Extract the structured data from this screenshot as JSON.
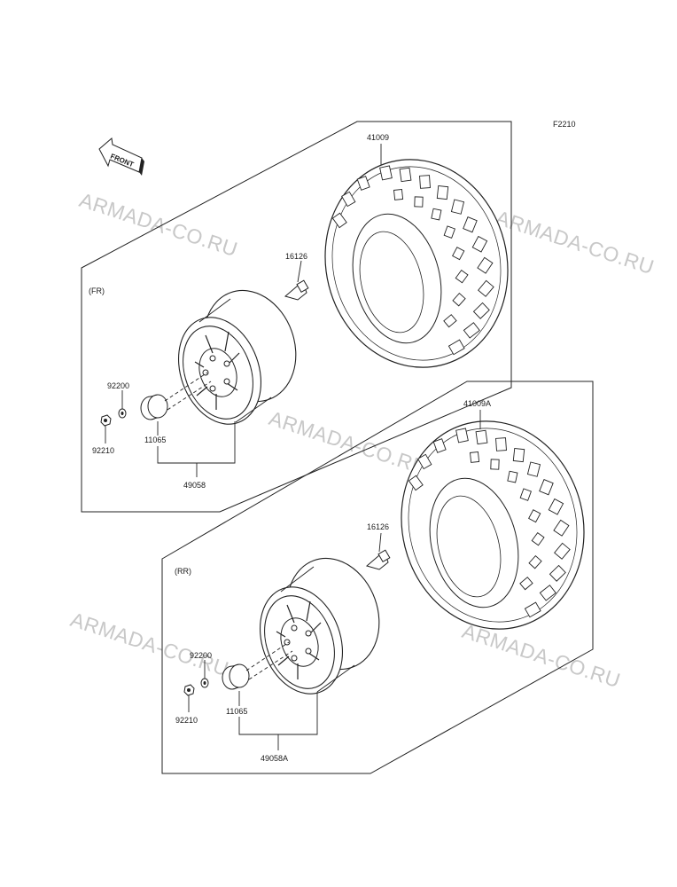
{
  "diagram_code": "F2210",
  "front_arrow": {
    "label": "FRONT",
    "icon": "front-arrow-icon"
  },
  "watermark": "ARMADA-CO.RU",
  "front_section": {
    "label": "(FR)",
    "parts": {
      "tire": "41009",
      "valve": "16126",
      "washer": "92200",
      "nut": "92210",
      "hub_cap": "11065",
      "wheel_assembly": "49058"
    }
  },
  "rear_section": {
    "label": "(RR)",
    "parts": {
      "tire": "41009A",
      "valve": "16126",
      "washer": "92200",
      "nut": "92210",
      "hub_cap": "11065",
      "wheel_assembly": "49058A"
    }
  }
}
